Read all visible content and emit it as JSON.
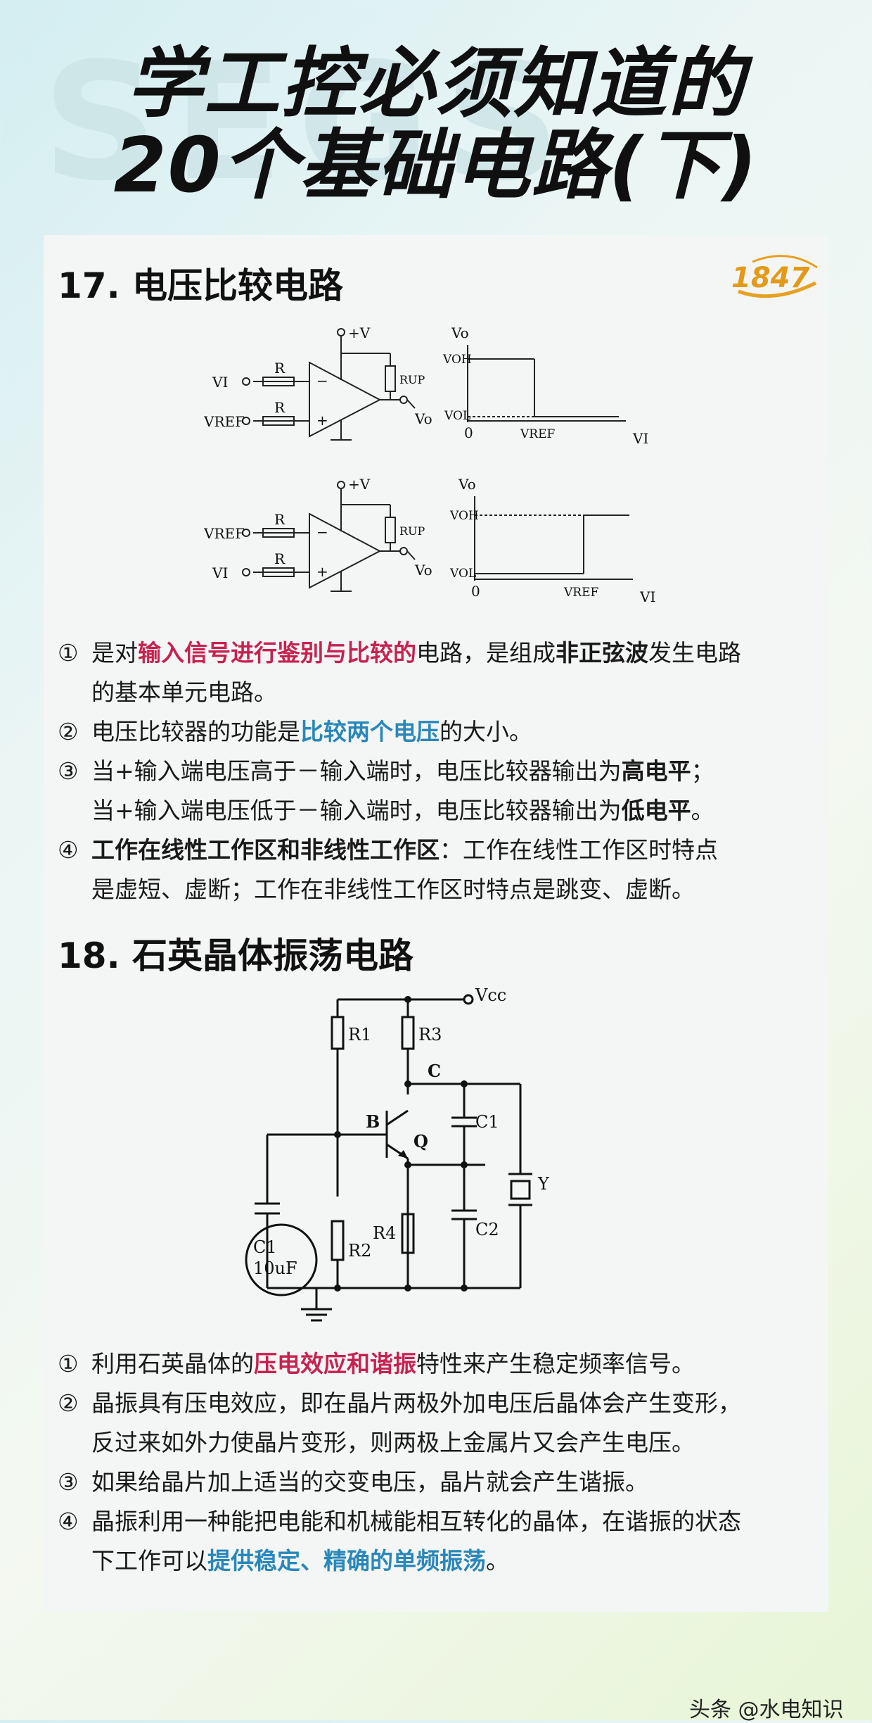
{
  "header": {
    "bg_word": "SEGS",
    "title_line1": "学工控必须知道的",
    "title_line2": "20个基础电路(下)"
  },
  "logo": {
    "text": "1847"
  },
  "section17": {
    "title": "17. 电压比较电路",
    "circuit_labels": {
      "plus_v": "+V",
      "r": "R",
      "rup": "RUP",
      "vi": "VI",
      "vref": "VREF",
      "vo": "Vo",
      "minus": "−",
      "plus": "+"
    },
    "graph_labels": {
      "vo": "Vo",
      "voh": "VOH",
      "vol": "VOL",
      "zero": "0",
      "vref": "VREF",
      "vi": "VI"
    },
    "items": [
      {
        "num": "①",
        "pre": "是对",
        "hl": "输入信号进行鉴别与比较的",
        "mid": "电路，是组成",
        "b": "非正弦波",
        "post": "发生电路",
        "line2": "的基本单元电路。"
      },
      {
        "num": "②",
        "pre": "电压比较器的功能是",
        "hl": "比较两个电压",
        "post": "的大小。"
      },
      {
        "num": "③",
        "l1pre": "当+输入端电压高于－输入端时，电压比较器输出为",
        "l1b": "高电平",
        "l1post": "；",
        "l2pre": "当+输入端电压低于－输入端时，电压比较器输出为",
        "l2b": "低电平",
        "l2post": "。"
      },
      {
        "num": "④",
        "b": "工作在线性工作区和非线性工作区",
        "post": "：工作在线性工作区时特点",
        "line2": "是虚短、虚断；工作在非线性工作区时特点是跳变、虚断。"
      }
    ]
  },
  "section18": {
    "title": "18. 石英晶体振荡电路",
    "circuit_labels": {
      "vcc": "Vcc",
      "r1": "R1",
      "r2": "R2",
      "r3": "R3",
      "r4": "R4",
      "c": "C",
      "b": "B",
      "q": "Q",
      "c1": "C1",
      "c2": "C2",
      "y": "Y",
      "cap_name": "C1",
      "cap_value": "10uF"
    },
    "items": [
      {
        "num": "①",
        "pre": "利用石英晶体的",
        "hl": "压电效应和谐振",
        "post": "特性来产生稳定频率信号。"
      },
      {
        "num": "②",
        "line1": "晶振具有压电效应，即在晶片两极外加电压后晶体会产生变形，",
        "line2": "反过来如外力使晶片变形，则两极上金属片又会产生电压。"
      },
      {
        "num": "③",
        "line1": "如果给晶片加上适当的交变电压，晶片就会产生谐振。"
      },
      {
        "num": "④",
        "line1": "晶振利用一种能把电能和机械能相互转化的晶体，在谐振的状态",
        "pre": "下工作可以",
        "hl": "提供稳定、精确的单频振荡",
        "post": "。"
      }
    ]
  },
  "footer": {
    "text": "头条 @水电知识"
  },
  "colors": {
    "highlight_red": "#c7224f",
    "highlight_blue": "#2a87b9"
  }
}
